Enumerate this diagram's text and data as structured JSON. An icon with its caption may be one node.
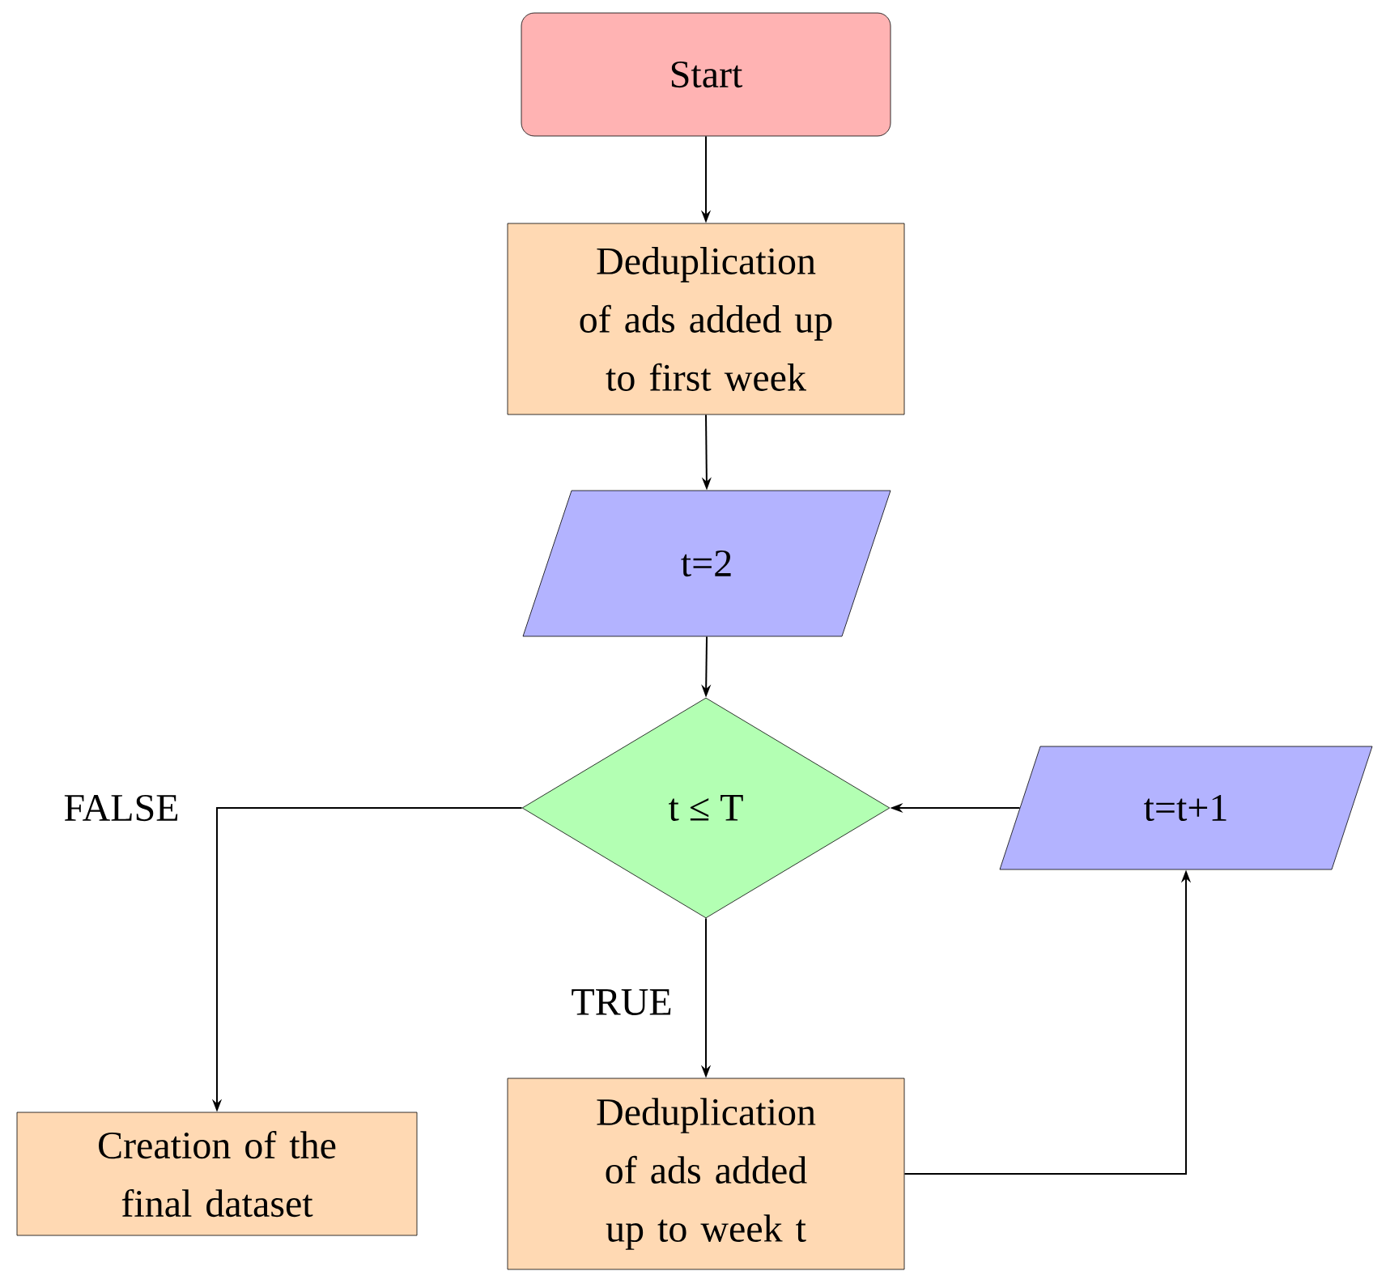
{
  "diagram": {
    "nodes": [
      {
        "text": [
          "Start"
        ]
      },
      {
        "text": [
          "Deduplication of ads added up to first week"
        ]
      },
      {
        "text": [
          "t=2"
        ]
      },
      {
        "text": [
          "t ≤ T"
        ]
      },
      {
        "text": [
          "t=t+1"
        ]
      },
      {
        "text": [
          "Creation of the final dataset"
        ]
      },
      {
        "text": [
          "Deduplication of ads added up to week t"
        ]
      }
    ],
    "edges": [
      {
        "from": 0,
        "to": 1,
        "arrow": "to"
      },
      {
        "from": 1,
        "to": 2,
        "arrow": "to"
      },
      {
        "from": 2,
        "to": 3,
        "arrow": "to"
      },
      {
        "from": 3,
        "to": 5,
        "arrow": "to",
        "label": "FALSE"
      },
      {
        "from": 3,
        "to": 6,
        "arrow": "to",
        "label": "TRUE"
      },
      {
        "from": 6,
        "to": 4,
        "arrow": "to"
      },
      {
        "from": 4,
        "to": 3,
        "arrow": "to"
      }
    ]
  }
}
